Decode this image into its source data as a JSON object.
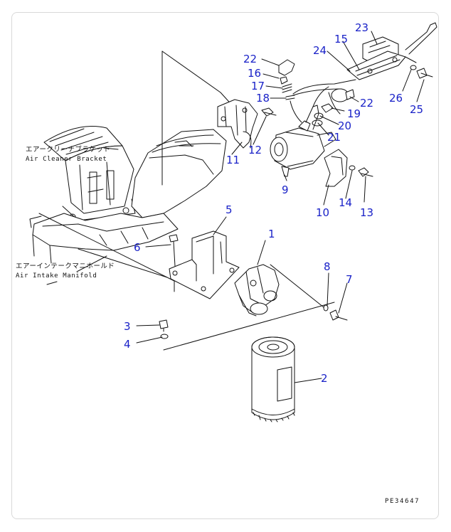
{
  "diagram": {
    "drawing_code": "PE34647",
    "labels": {
      "air_cleaner_bracket_jp": "エアークリーナブラケット",
      "air_cleaner_bracket_en": "Air Cleaner Bracket",
      "air_intake_manifold_jp": "エアーインテークマニホールド",
      "air_intake_manifold_en": "Air Intake Manifold"
    },
    "callouts": [
      {
        "id": "p1",
        "text": "1"
      },
      {
        "id": "p2",
        "text": "2"
      },
      {
        "id": "p3",
        "text": "3"
      },
      {
        "id": "p4",
        "text": "4"
      },
      {
        "id": "p5",
        "text": "5"
      },
      {
        "id": "p6",
        "text": "6"
      },
      {
        "id": "p7",
        "text": "7"
      },
      {
        "id": "p8",
        "text": "8"
      },
      {
        "id": "p9",
        "text": "9"
      },
      {
        "id": "p10",
        "text": "10"
      },
      {
        "id": "p11",
        "text": "11"
      },
      {
        "id": "p12",
        "text": "12"
      },
      {
        "id": "p13",
        "text": "13"
      },
      {
        "id": "p14",
        "text": "14"
      },
      {
        "id": "p15",
        "text": "15"
      },
      {
        "id": "p16",
        "text": "16"
      },
      {
        "id": "p17",
        "text": "17"
      },
      {
        "id": "p18",
        "text": "18"
      },
      {
        "id": "p19",
        "text": "19"
      },
      {
        "id": "p20",
        "text": "20"
      },
      {
        "id": "p21",
        "text": "21"
      },
      {
        "id": "p22a",
        "text": "22"
      },
      {
        "id": "p22b",
        "text": "22"
      },
      {
        "id": "p23",
        "text": "23"
      },
      {
        "id": "p24",
        "text": "24"
      },
      {
        "id": "p25",
        "text": "25"
      },
      {
        "id": "p26",
        "text": "26"
      }
    ]
  }
}
